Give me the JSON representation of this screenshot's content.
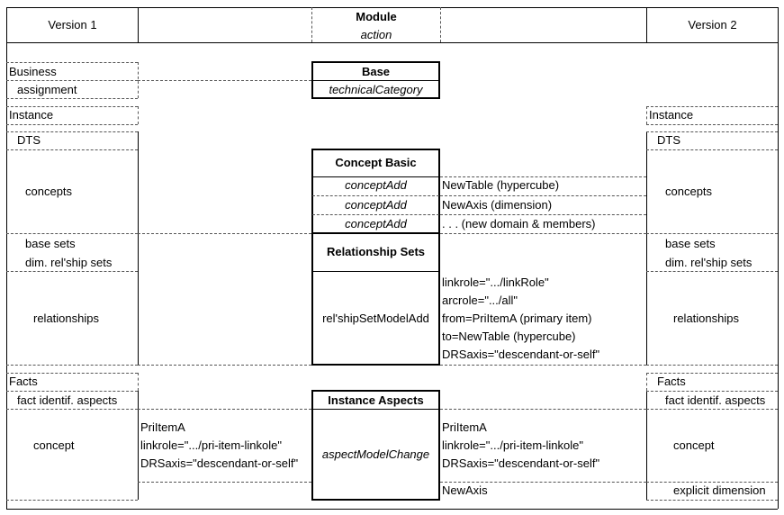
{
  "header": {
    "version1": "Version 1",
    "module": "Module",
    "action": "action",
    "version2": "Version 2"
  },
  "left": {
    "business": "Business",
    "assignment": "assignment",
    "instance": "Instance",
    "dts": "DTS",
    "concepts": "concepts",
    "base_sets": "base sets",
    "dim_relship_sets": "dim. rel'ship sets",
    "relationships": "relationships",
    "facts": "Facts",
    "fact_identif_aspects": "fact identif. aspects",
    "concept": "concept"
  },
  "right": {
    "instance": "Instance",
    "dts": "DTS",
    "concepts": "concepts",
    "base_sets": "base sets",
    "dim_relship_sets": "dim. rel'ship sets",
    "relationships": "relationships",
    "facts": "Facts",
    "fact_identif_aspects": "fact identif. aspects",
    "concept": "concept",
    "explicit_dimension": "explicit dimension"
  },
  "modules": {
    "base": {
      "title": "Base",
      "action": "technicalCategory"
    },
    "concept_basic": {
      "title": "Concept Basic",
      "actions": [
        "conceptAdd",
        "conceptAdd",
        "conceptAdd"
      ]
    },
    "relationship_sets": {
      "title": "Relationship Sets",
      "action": "rel'shipSetModelAdd"
    },
    "instance_aspects": {
      "title": "Instance Aspects",
      "action": "aspectModelChange"
    }
  },
  "v2_details": {
    "concept_adds": [
      "NewTable (hypercube)",
      "NewAxis (dimension)",
      ". . . (new domain & members)"
    ],
    "relationship": [
      "linkrole=\".../linkRole\"",
      "arcrole=\".../all\"",
      "from=PriItemA (primary item)",
      "to=NewTable (hypercube)",
      "DRSaxis=\"descendant-or-self\""
    ],
    "aspect_concept": [
      "PriItemA",
      "linkrole=\".../pri-item-linkole\"",
      "DRSaxis=\"descendant-or-self\""
    ],
    "aspect_dimension": "NewAxis"
  },
  "v1_details": {
    "aspect_concept": [
      "PriItemA",
      "linkrole=\".../pri-item-linkole\"",
      "DRSaxis=\"descendant-or-self\""
    ]
  }
}
